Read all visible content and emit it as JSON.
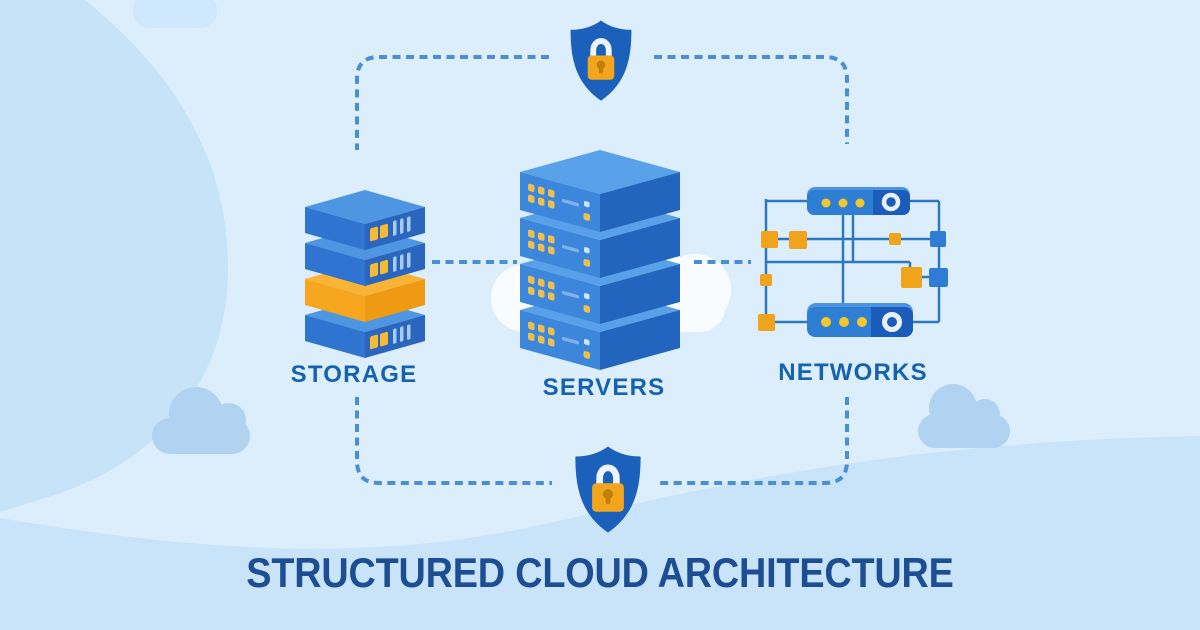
{
  "diagram": {
    "title": "STRUCTURED CLOUD ARCHITECTURE",
    "nodes": [
      {
        "id": "storage",
        "label": "STORAGE",
        "icon": "storage-stack-icon",
        "highlight": "one orange slab in blue stack"
      },
      {
        "id": "servers",
        "label": "SERVERS",
        "icon": "server-rack-icon",
        "units": 4
      },
      {
        "id": "networks",
        "label": "NETWORKS",
        "icon": "network-topology-icon"
      }
    ],
    "security_badges": [
      {
        "position": "top",
        "icon": "shield-lock-icon"
      },
      {
        "position": "bottom",
        "icon": "shield-lock-icon"
      }
    ],
    "connections": [
      "storage - servers (dotted)",
      "servers - networks (dotted)",
      "storage - top shield (dotted)",
      "networks - top shield (dotted)",
      "storage - bottom shield (dotted)",
      "networks - bottom shield (dotted)"
    ]
  },
  "colors": {
    "background": "#dceefb",
    "background_blob": "#c7e3f8",
    "bottom_wave": "#c9e4f8",
    "cloud_accent": "#b0d3f2",
    "white_cloud": "#fcfeff",
    "dash_blue": "#4a8fd3",
    "shield_blue": "#1b61bb",
    "lock_orange": "#f3a61d",
    "storage_blue": "#2e74d0",
    "storage_orange": "#f7a71f",
    "server_blue": "#3c86dc",
    "server_dark": "#2365be",
    "network_line": "#2b77c0",
    "node_orange": "#f0a41c",
    "node_blue": "#2f7cd6",
    "label_blue": "#1563ae",
    "title_navy": "#1d4e94"
  }
}
